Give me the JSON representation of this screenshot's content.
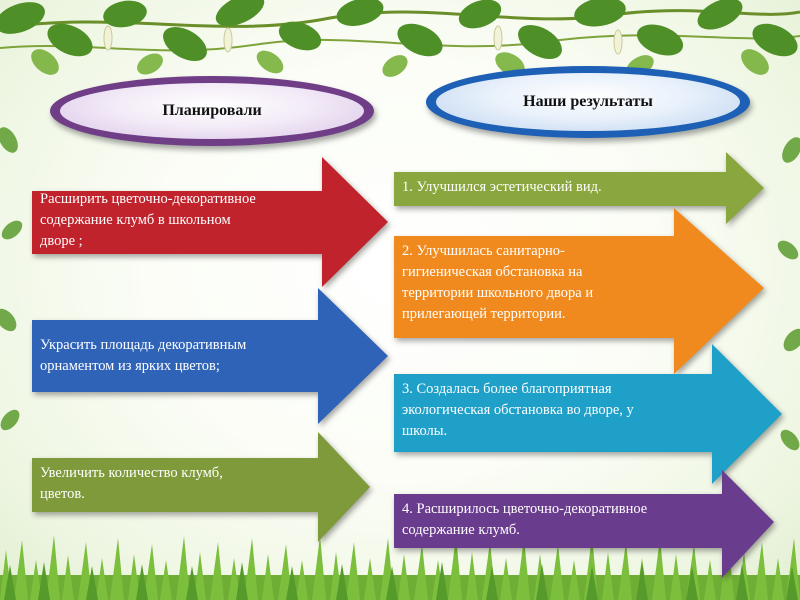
{
  "headers": {
    "planned": "Планировали",
    "results": "Наши результаты"
  },
  "planned_items": [
    {
      "text": "Расширить цветочно-декоративное\nсодержание клумб в школьном\nдворе ;",
      "color": "#c0232c"
    },
    {
      "text": "Украсить площадь декоративным\nорнаментом из ярких цветов;",
      "color": "#2f63b8"
    },
    {
      "text": "Увеличить количество клумб,\nцветов.",
      "color": "#7f9a3a"
    }
  ],
  "result_items": [
    {
      "text": "1. Улучшился эстетический вид.",
      "color": "#8aa63e"
    },
    {
      "text": "2. Улучшилась санитарно-\nгигиеническая обстановка на\nтерритории школьного двора и\nприлегающей территории.",
      "color": "#f18a1e"
    },
    {
      "text": "3. Создалась более благоприятная\nэкологическая обстановка во дворе, у\nшколы.",
      "color": "#1fa0c9"
    },
    {
      "text": "4. Расширилось цветочно-декоративное\nсодержание клумб.",
      "color": "#6a3c8e"
    }
  ],
  "decor": {
    "frame_theme": "green-leaves-and-grass"
  }
}
